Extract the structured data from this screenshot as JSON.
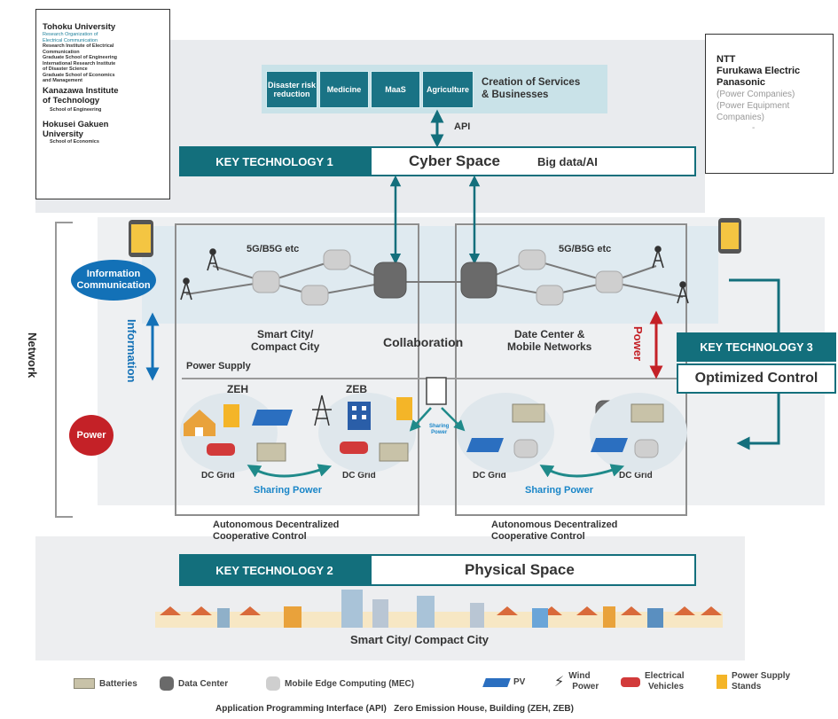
{
  "orgs_left": {
    "u1": "Tohoku University",
    "u1_sub": [
      "Research Organization of",
      "Electrical Communication"
    ],
    "u1_sub2": [
      "Research Institute of Electrical",
      "Communication",
      "Graduate School of Engineering",
      "International Research Institute",
      "of Disaster Science",
      "Graduate School of Economics",
      "and Management"
    ],
    "u2": [
      "Kanazawa Institute",
      "of Technology"
    ],
    "u2_sub": "School of Engineering",
    "u3": [
      "Hokusei Gakuen",
      "University"
    ],
    "u3_sub": "School of Economics"
  },
  "orgs_right": {
    "names": [
      "NTT",
      "Furukawa Electric",
      "Panasonic"
    ],
    "notes": [
      "(Power Companies)",
      "(Power Equipment",
      "Companies)"
    ],
    "dash": "-"
  },
  "services": {
    "chips": [
      "Disaster risk reduction",
      "Medicine",
      "MaaS",
      "Agriculture"
    ],
    "caption": [
      "Creation of Services",
      "& Businesses"
    ]
  },
  "api_label": "API",
  "kt1": {
    "label": "KEY TECHNOLOGY 1",
    "space": "Cyber Space",
    "detail": "Big data/AI"
  },
  "kt2": {
    "label": "KEY TECHNOLOGY 2",
    "space": "Physical Space"
  },
  "kt3": {
    "label": "KEY TECHNOLOGY 3",
    "detail": "Optimized Control"
  },
  "network": {
    "side_label": "Network",
    "info_comm": [
      "Information",
      "Communication"
    ],
    "information": "Information",
    "power": "Power",
    "g5_left": "5G/B5G etc",
    "g5_right": "5G/B5G etc",
    "smart_city": [
      "Smart City/",
      "Compact City"
    ],
    "collaboration": "Collaboration",
    "data_center": [
      "Date Center &",
      "Mobile Networks"
    ],
    "power_vertical": "Power",
    "power_supply": "Power Supply"
  },
  "grid": {
    "zeh": "ZEH",
    "zeb": "ZEB",
    "dc_grid": "DC Grid",
    "sharing_power": "Sharing Power",
    "sharing_small": [
      "Sharing",
      "Power"
    ],
    "autonomous": [
      "Autonomous Decentralized",
      "Cooperative Control"
    ]
  },
  "city_label": "Smart City/ Compact City",
  "legend": {
    "batteries": "Batteries",
    "data_center": "Data Center",
    "mec": "Mobile Edge Computing (MEC)",
    "pv": "PV",
    "wind": [
      "Wind",
      "Power"
    ],
    "ev": [
      "Electrical",
      "Vehicles"
    ],
    "stands": [
      "Power Supply",
      "Stands"
    ]
  },
  "footnote": "Application Programming Interface (API)   Zero Emission House, Building (ZEH, ZEB)",
  "colors": {
    "teal": "#136f7c",
    "blue": "#1371b7",
    "red": "#c42127",
    "band": "#e9ebee",
    "accent": "#1a86c8"
  }
}
